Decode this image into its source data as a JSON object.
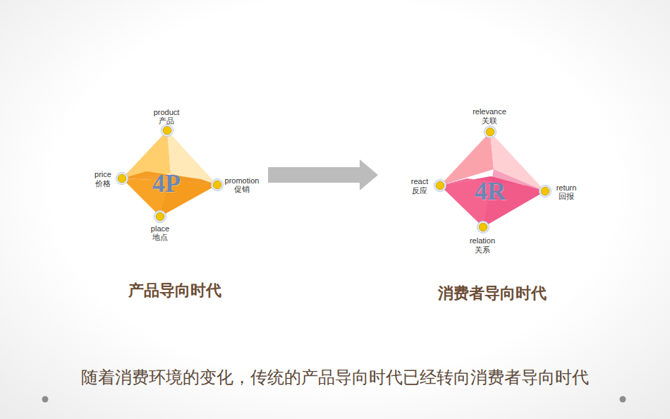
{
  "diagram": {
    "caption": "随着消费环境的变化，传统的产品导向时代已经转向消费者导向时代",
    "nodes": [
      {
        "text": [
          "4P"
        ]
      },
      {
        "text": [
          "4R"
        ]
      }
    ],
    "edges": [
      {
        "from": 0,
        "to": 1,
        "arrow": "to"
      }
    ],
    "labels": [
      "product",
      "产品",
      "price",
      "价格",
      "promotion",
      "促销",
      "place",
      "地点",
      "产品导向时代",
      "relevance",
      "关联",
      "react",
      "反应",
      "return",
      "回报",
      "relation",
      "关系",
      "消费者导向时代"
    ]
  }
}
